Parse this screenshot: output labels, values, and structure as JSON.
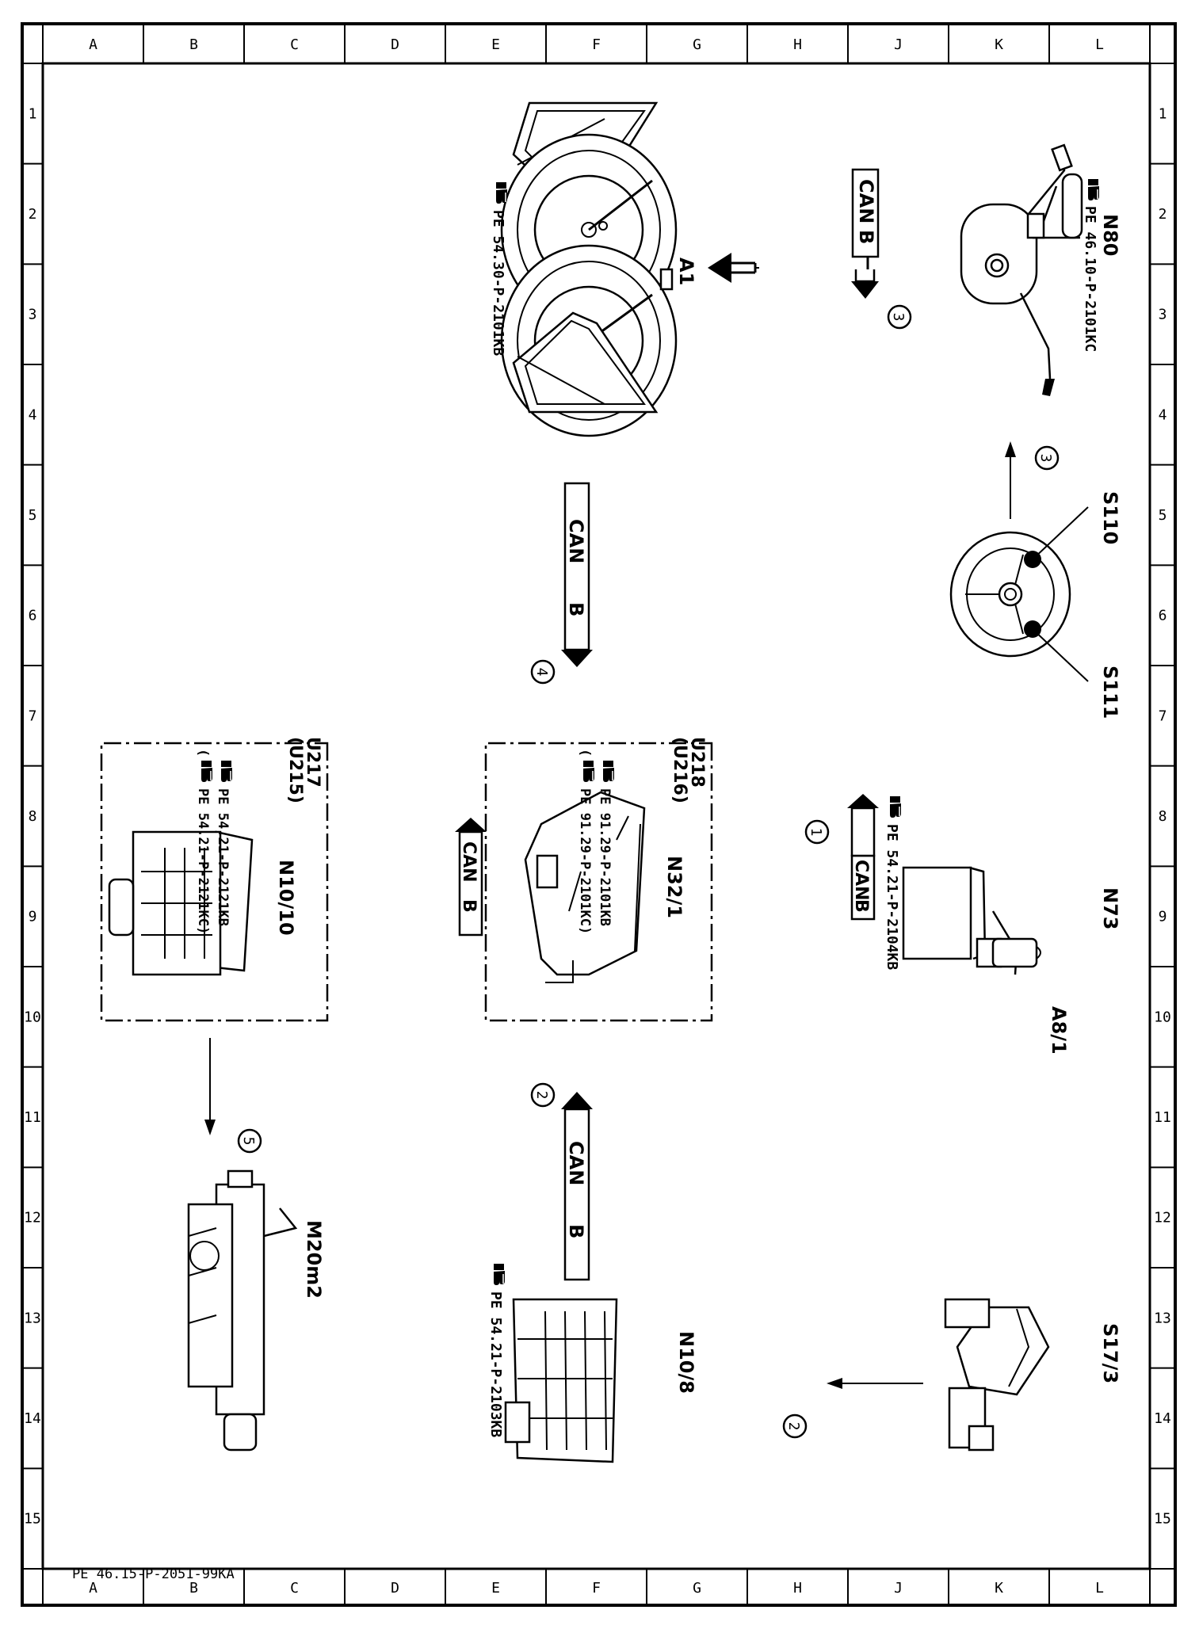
{
  "frame": {
    "rows_top": [
      "L",
      "K",
      "J",
      "H",
      "G",
      "F",
      "E",
      "D",
      "C",
      "B",
      "A"
    ],
    "rows_bottom": [
      "L",
      "K",
      "J",
      "H",
      "G",
      "F",
      "E",
      "D",
      "C",
      "B",
      "A"
    ],
    "columns": [
      "1",
      "2",
      "3",
      "4",
      "5",
      "6",
      "7",
      "8",
      "9",
      "10",
      "11",
      "12",
      "13",
      "14",
      "15"
    ]
  },
  "drawing_code": "PE 46.15-P-2051-99KA",
  "components": {
    "n80": {
      "label": "N80",
      "ref": "PE 46.10-P-2101KC"
    },
    "s110": {
      "label": "S110"
    },
    "s111": {
      "label": "S111"
    },
    "n73": {
      "label": "N73",
      "ref": "PE 54.21-P-2104KB"
    },
    "a8_1": {
      "label": "A8/1"
    },
    "s17_3": {
      "label": "S17/3"
    },
    "a1": {
      "label": "A1",
      "ref": "PE 54.30-P-2101KB"
    },
    "n32_1": {
      "label": "N32/1",
      "header": "U218",
      "header_alt": "(U216)",
      "ref": "PE 91.29-P-2101KB",
      "ref_alt": "PE 91.29-P-2101KC)",
      "ref_alt_open": "("
    },
    "n10_8": {
      "label": "N10/8",
      "ref": "PE 54.21-P-2103KB"
    },
    "n10_10": {
      "label": "N10/10",
      "header": "U217",
      "header_alt": "(U215)",
      "ref": "PE 54.21-P-2121KB",
      "ref_alt": "PE 54.21-P-2121KC)",
      "ref_alt_open": "("
    },
    "m20m2": {
      "label": "M20m2"
    }
  },
  "bus": {
    "label_can": "CAN",
    "label_b": "B"
  },
  "steps": {
    "s1": "1",
    "s2a": "2",
    "s2b": "2",
    "s3a": "3",
    "s3b": "3",
    "s4": "4",
    "s5": "5"
  },
  "icons": [
    "pointing-hand-icon"
  ]
}
